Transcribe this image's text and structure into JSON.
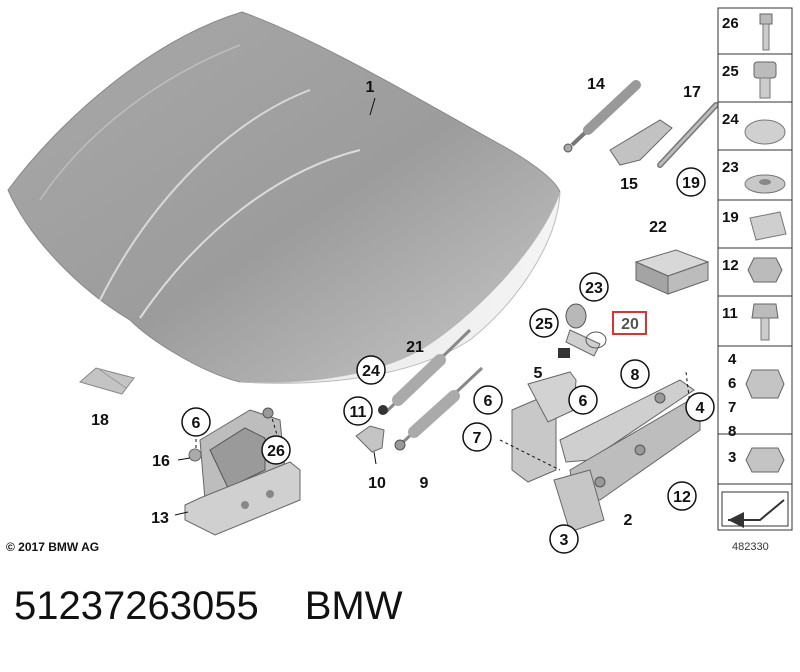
{
  "diagram": {
    "copyright": "© 2017 BMW AG",
    "ref_code": "482330",
    "highlight_color": "#e03030",
    "labels": [
      "1",
      "2",
      "3",
      "4",
      "5",
      "6",
      "6",
      "6",
      "7",
      "8",
      "9",
      "10",
      "11",
      "12",
      "13",
      "14",
      "15",
      "16",
      "17",
      "18",
      "19",
      "20",
      "21",
      "22",
      "23",
      "24",
      "25",
      "26"
    ],
    "side_panel": [
      "26",
      "25",
      "24",
      "23",
      "19",
      "12",
      "11",
      "4",
      "6",
      "7",
      "8",
      "3"
    ]
  },
  "footer": {
    "part_number": "51237263055",
    "brand": "BMW"
  }
}
